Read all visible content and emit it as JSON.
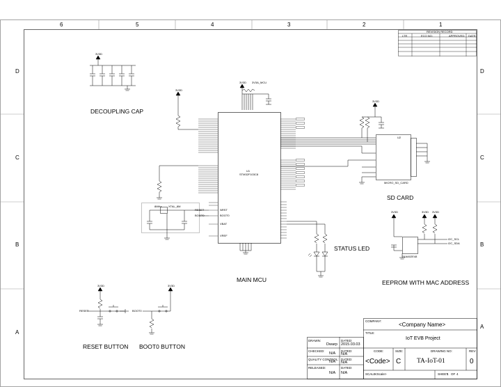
{
  "frame": {
    "columns": [
      "6",
      "5",
      "4",
      "3",
      "2",
      "1"
    ],
    "rows": [
      "D",
      "C",
      "B",
      "A"
    ]
  },
  "revision_table": {
    "title": "REVISION RECORD",
    "headers": [
      "LTR",
      "ECO NO:",
      "APPROVED:",
      "DATE:"
    ]
  },
  "blocks": {
    "decoupling": "DECOUPLING CAP",
    "sd_card": "SD CARD",
    "status_led": "STATUS LED",
    "main_mcu": "MAIN MCU",
    "eeprom": "EEPROM WITH MAC ADDRESS",
    "reset_button": "RESET BUTTON",
    "boot0_button": "BOOT0 BUTTON"
  },
  "nets": {
    "vdd": "3V3D",
    "vdda": "3V3A_MCU",
    "reset": "RESET",
    "boot0": "BOOT0",
    "nrst": "NRST",
    "vbat": "VBAT",
    "vref": "VREF",
    "mcu_ref": "U1",
    "mcu_part": "STM32F103C8",
    "sd_ref": "U2",
    "sd_part": "MICRO_SD_CARD",
    "eeprom_part": "24AA02E48",
    "i2c_scl": "I2C_SCL",
    "i2c_sda": "I2C_SDA",
    "crystal": "8MHz",
    "crystal_ref": "XTAL_8M",
    "gnd": "GND"
  },
  "title_block": {
    "company_label": "COMPANY:",
    "company": "<Company Name>",
    "title_label": "TITLE:",
    "title": "IoT EVB Project",
    "drawn_label": "DRAWN:",
    "drawn_by": "Dwarp",
    "dated_label": "DATED:",
    "drawn_date": "2015.03.03",
    "checked_label": "CHECKED:",
    "checked_by": "N/A",
    "checked_date": "N/A",
    "qc_label": "QUALITY CONTROL:",
    "qc_by": "N/A",
    "qc_date": "N/A",
    "released_label": "RELEASED:",
    "released_by": "N/A",
    "released_date": "N/A",
    "code_label": "CODE:",
    "code": "<Code>",
    "size_label": "SIZE:",
    "size": "C",
    "drawing_no_label": "DRAWING NO:",
    "drawing_no": "TA-IoT-01",
    "rev_label": "REV:",
    "rev": "0",
    "scale_label": "SCALE:",
    "scale": "<Scale>",
    "sheet_label": "SHEET",
    "sheet": "1",
    "of_label": "OF",
    "of": "4"
  }
}
